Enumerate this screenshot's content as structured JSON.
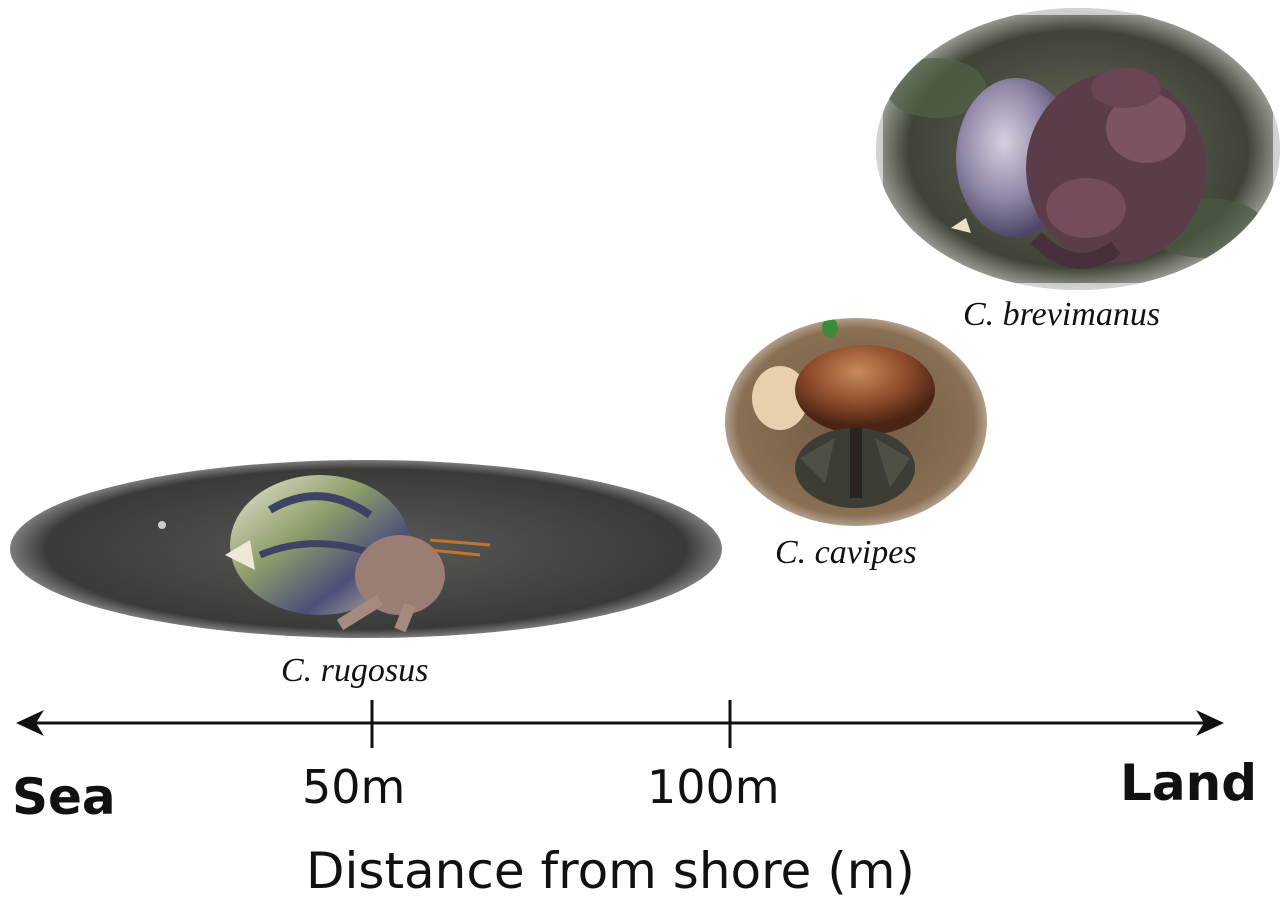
{
  "species": {
    "rugosus": {
      "label": "C. rugosus",
      "photo": "hermit-crab-on-dark-sand"
    },
    "cavipes": {
      "label": "C. cavipes",
      "photo": "hermit-crab-in-leaf-litter"
    },
    "brevimanus": {
      "label": "C. brevimanus",
      "photo": "hermit-crab-on-mossy-rock"
    }
  },
  "axis": {
    "left_label": "Sea",
    "right_label": "Land",
    "ticks": [
      "50m",
      "100m"
    ],
    "title": "Distance from shore (m)"
  }
}
